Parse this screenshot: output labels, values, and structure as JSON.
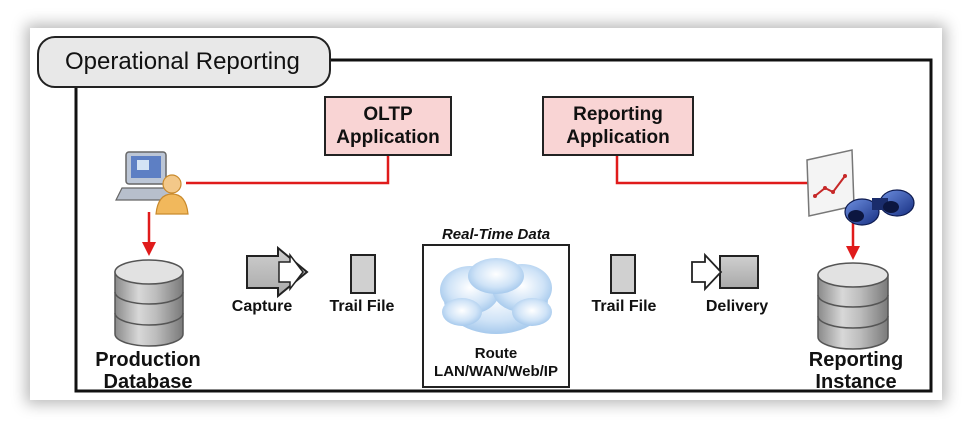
{
  "title": "Operational Reporting",
  "apps": {
    "oltp": [
      "OLTP",
      "Application"
    ],
    "reporting": [
      "Reporting",
      "Application"
    ]
  },
  "labels": {
    "capture": "Capture",
    "trail_file_left": "Trail File",
    "trail_file_right": "Trail File",
    "delivery": "Delivery",
    "realtime": "Real-Time Data",
    "route": [
      "Route",
      "LAN/WAN/Web/IP"
    ],
    "production_db": [
      "Production",
      "Database"
    ],
    "reporting_instance": [
      "Reporting",
      "Instance"
    ]
  },
  "icons": {
    "user": "user-computer-icon",
    "chart": "chart-binoculars-icon",
    "db": "database-icon",
    "cloud": "cloud-icon",
    "arrow": "block-arrow-icon",
    "file": "trail-file-icon"
  },
  "colors": {
    "connector": "#e01b1b",
    "app_fill": "#f9d4d4",
    "tab_fill": "#e8e8e8"
  }
}
